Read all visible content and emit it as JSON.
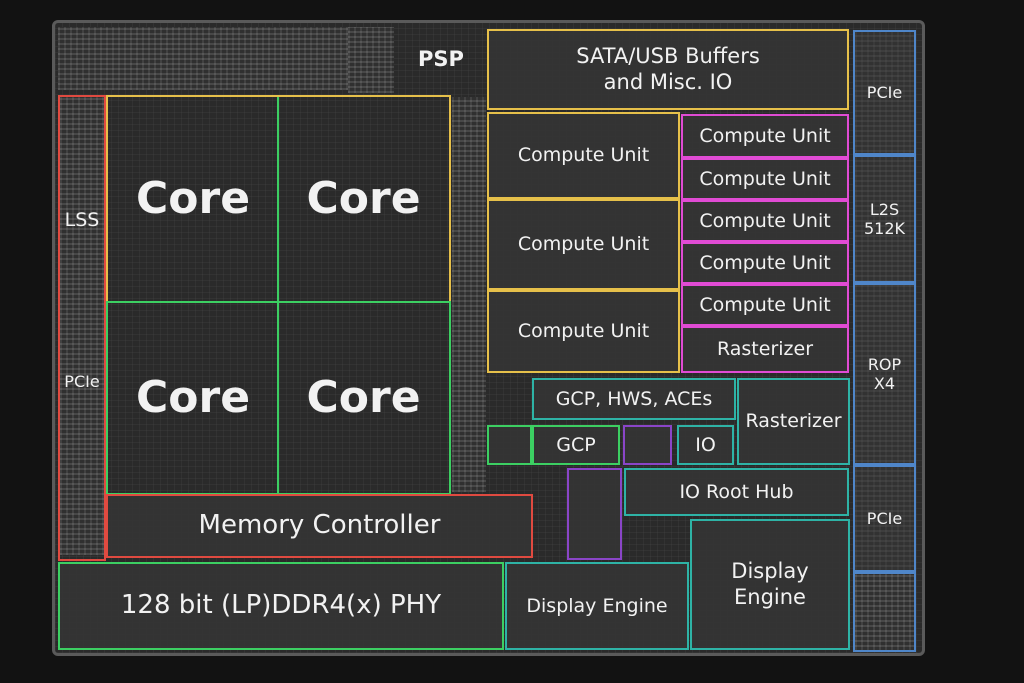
{
  "blocks": {
    "psp": "PSP",
    "sata": "SATA/USB Buffers\nand Misc. IO",
    "lss": "LSS",
    "pcie_left": "PCIe",
    "core_1": "Core",
    "core_2": "Core",
    "core_3": "Core",
    "core_4": "Core",
    "cu_large_1": "Compute Unit",
    "cu_large_2": "Compute Unit",
    "cu_large_3": "Compute Unit",
    "cu_small_1": "Compute Unit",
    "cu_small_2": "Compute Unit",
    "cu_small_3": "Compute Unit",
    "cu_small_4": "Compute Unit",
    "cu_small_5": "Compute Unit",
    "rasterizer_1": "Rasterizer",
    "gcp_hws_aces": "GCP, HWS, ACEs",
    "rasterizer_2": "Rasterizer",
    "gcp": "GCP",
    "io": "IO",
    "io_root_hub": "IO Root Hub",
    "memory_controller": "Memory Controller",
    "phy": "128 bit (LP)DDR4(x) PHY",
    "display_engine_1": "Display Engine",
    "display_engine_2": "Display\nEngine",
    "pcie_right_top": "PCIe",
    "l2": "L2S\n512K",
    "rop": "ROP\nX4",
    "pcie_right_bottom": "PCIe"
  },
  "colors": {
    "yellow": "#e6c04a",
    "green": "#3ccf62",
    "magenta": "#e04bd4",
    "teal": "#2eb3a6",
    "blue": "#4f86c9",
    "red": "#e04a40",
    "purple": "#8a45c8"
  }
}
